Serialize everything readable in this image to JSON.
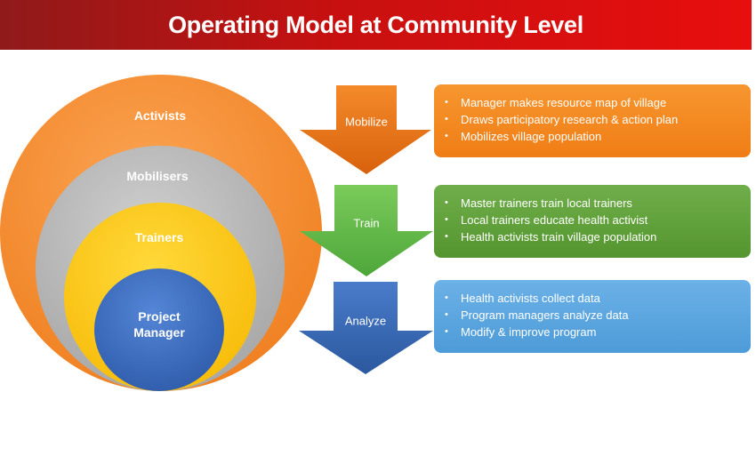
{
  "title": "Operating Model at Community Level",
  "circles": [
    {
      "label": "Activists",
      "color": "#f58a2c"
    },
    {
      "label": "Mobilisers",
      "color": "#b5b5b5"
    },
    {
      "label": "Trainers",
      "color": "#ffc810"
    },
    {
      "label": "Project\nManager",
      "color": "#3e6fc2"
    }
  ],
  "arrows": [
    {
      "label": "Mobilize",
      "color": "#e87012"
    },
    {
      "label": "Train",
      "color": "#5eb84a"
    },
    {
      "label": "Analyze",
      "color": "#3567b5"
    }
  ],
  "steps": [
    {
      "items": [
        "Manager makes resource map of village",
        "Draws  participatory research & action plan",
        "Mobilizes village population"
      ]
    },
    {
      "items": [
        "Master trainers train local trainers",
        "Local trainers educate health activist",
        "Health activists train village population"
      ]
    },
    {
      "items": [
        "Health activists collect data",
        "Program managers analyze data",
        "Modify & improve program"
      ]
    }
  ]
}
